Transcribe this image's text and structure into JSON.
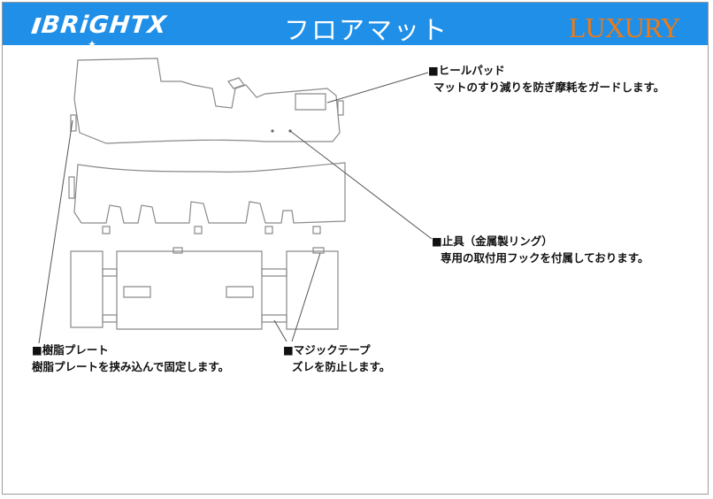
{
  "header": {
    "logo_text": "BRiGHTX",
    "title": "フロアマット",
    "brand": "LUXURY",
    "bg_color": "#1f8fe8",
    "brand_color": "#f07a14"
  },
  "callouts": {
    "heel_pad": {
      "heading": "■ヒールパッド",
      "description": "マットのすり減りを防ぎ摩耗をガードします。"
    },
    "fastener": {
      "heading": "■止具（金属製リング）",
      "description": "専用の取付用フックを付属しております。"
    },
    "resin_plate": {
      "heading": "■樹脂プレート",
      "description": "樹脂プレートを挟み込んで固定します。"
    },
    "magic_tape": {
      "heading": "■マジックテープ",
      "description": "ズレを防止します。"
    }
  }
}
